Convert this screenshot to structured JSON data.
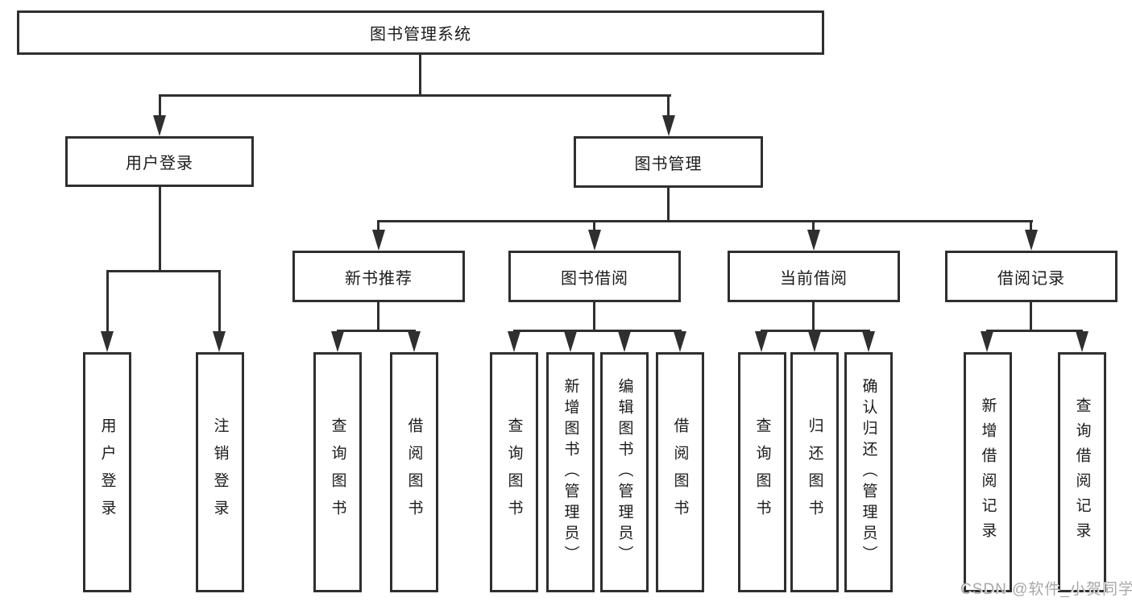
{
  "diagram": {
    "type": "hierarchy-flowchart",
    "tree": {
      "root": {
        "label": "图书管理系统"
      },
      "user_login": {
        "label": "用户登录",
        "children": [
          {
            "label": "用户登录"
          },
          {
            "label": "注销登录"
          }
        ]
      },
      "book_mgmt": {
        "label": "图书管理",
        "children": [
          {
            "label": "新书推荐",
            "children": [
              {
                "label": "查询图书"
              },
              {
                "label": "借阅图书"
              }
            ]
          },
          {
            "label": "图书借阅",
            "children": [
              {
                "label": "查询图书"
              },
              {
                "label": "新增图书（管理员）"
              },
              {
                "label": "编辑图书（管理员）"
              },
              {
                "label": "借阅图书"
              }
            ]
          },
          {
            "label": "当前借阅",
            "children": [
              {
                "label": "查询图书"
              },
              {
                "label": "归还图书"
              },
              {
                "label": "确认归还（管理员）"
              }
            ]
          },
          {
            "label": "借阅记录",
            "children": [
              {
                "label": "新增借阅记录"
              },
              {
                "label": "查询借阅记录"
              }
            ]
          }
        ]
      }
    },
    "watermark": {
      "text": "CSDN @软件_小贺同学"
    },
    "colors": {
      "line": "#2f2f2f",
      "text": "#1b1b1b",
      "box_background": "#ffffff",
      "page_background": "#ffffff",
      "watermark": "#a8a8a8"
    }
  }
}
